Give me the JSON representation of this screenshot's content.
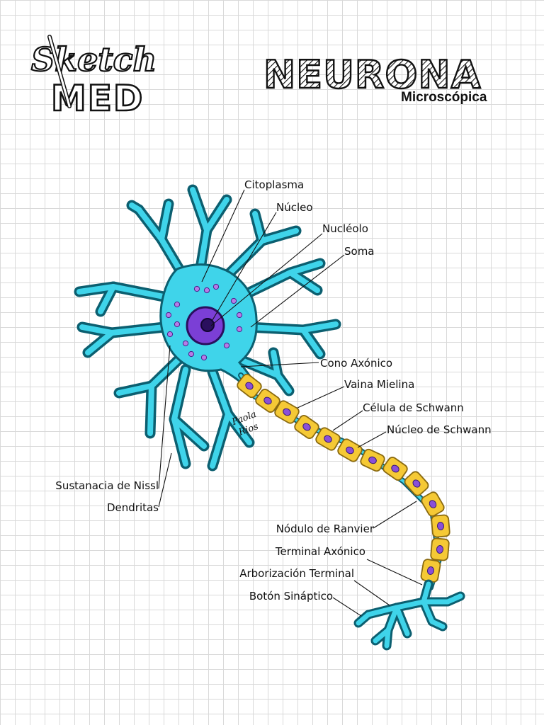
{
  "logo": {
    "line1": "Sketch",
    "line2": "MED"
  },
  "header": {
    "title": "NEURONA",
    "subtitle": "Microscópica"
  },
  "signature": {
    "line1": "Paola",
    "line2": "Rios"
  },
  "labels": {
    "citoplasma": "Citoplasma",
    "nucleo": "Núcleo",
    "nucleolo": "Nucléolo",
    "soma": "Soma",
    "cono_axonico": "Cono Axónico",
    "vaina_mielina": "Vaina Mielina",
    "celula_schwann": "Célula de Schwann",
    "nucleo_schwann": "Núcleo de Schwann",
    "sustancia_nissl": "Sustanacia de Nissl",
    "dendritas": "Dendritas",
    "nodulo_ranvier": "Nódulo de Ranvier",
    "terminal_axonico": "Terminal Axónico",
    "arborizacion_terminal": "Arborización Terminal",
    "boton_sinaptico": "Botón Sináptico"
  },
  "colors": {
    "cell_body": "#3fd4ea",
    "dendrite_outline": "#0c5f70",
    "nucleus": "#7b3fd6",
    "nucleolus": "#2a0f5e",
    "myelin": "#f5c935",
    "schwann_nucleus": "#8a4fd8"
  }
}
